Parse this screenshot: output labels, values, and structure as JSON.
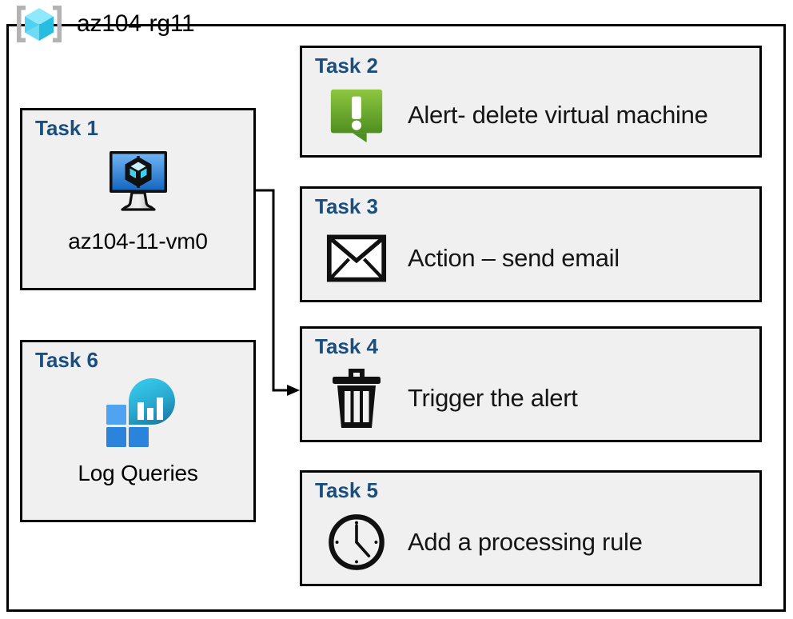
{
  "diagram": {
    "resource_group": {
      "label": "az104-rg11",
      "icon": "resource-group-cube-icon"
    },
    "colors": {
      "task_title": "#1a4e7e",
      "box_fill": "#f0f0f0",
      "box_border": "#000000",
      "alert_green_light": "#8cc63e",
      "alert_green_dark": "#4e8f22",
      "vm_blue_light": "#5aa7ef",
      "vm_blue_dark": "#1668c1",
      "log_cyan": "#32c7ec",
      "log_teal": "#1b83ad",
      "log_blue_light": "#4fa3f0",
      "log_blue_dark": "#2481d6"
    },
    "left_column": [
      {
        "id": "task-1",
        "title": "Task 1",
        "caption": "az104-11-vm0",
        "icon": "virtual-machine-icon"
      },
      {
        "id": "task-6",
        "title": "Task 6",
        "caption": "Log Queries",
        "icon": "log-analytics-icon"
      }
    ],
    "right_column": [
      {
        "id": "task-2",
        "title": "Task 2",
        "caption": "Alert- delete virtual machine",
        "icon": "alert-exclamation-icon"
      },
      {
        "id": "task-3",
        "title": "Task 3",
        "caption": "Action – send email",
        "icon": "envelope-icon"
      },
      {
        "id": "task-4",
        "title": "Task 4",
        "caption": "Trigger the alert",
        "icon": "trash-delete-icon"
      },
      {
        "id": "task-5",
        "title": "Task 5",
        "caption": "Add a processing rule",
        "icon": "clock-icon"
      }
    ],
    "connector": {
      "from": "task-1",
      "to": "task-4",
      "arrow": "arrowhead-right-icon"
    }
  }
}
